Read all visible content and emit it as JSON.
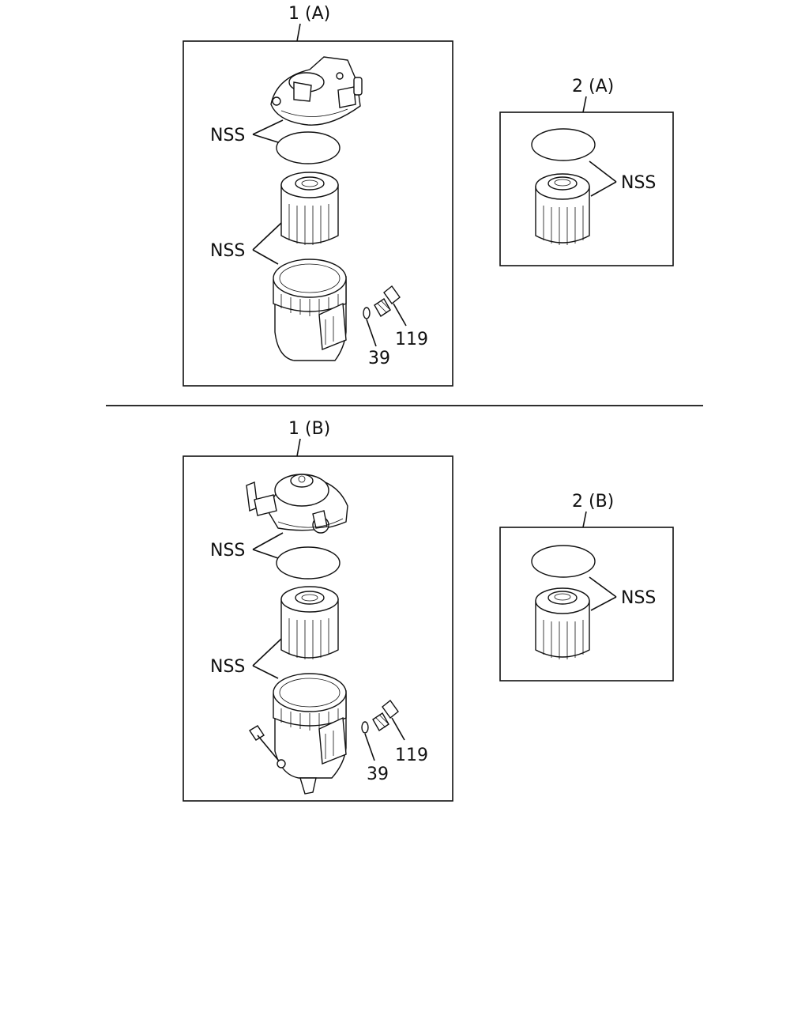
{
  "callouts": {
    "assembly_1a": "1 (A)",
    "assembly_1b": "1 (B)",
    "assembly_2a": "2 (A)",
    "assembly_2b": "2 (B)",
    "nss": "NSS",
    "oring": "39",
    "plug": "119"
  }
}
